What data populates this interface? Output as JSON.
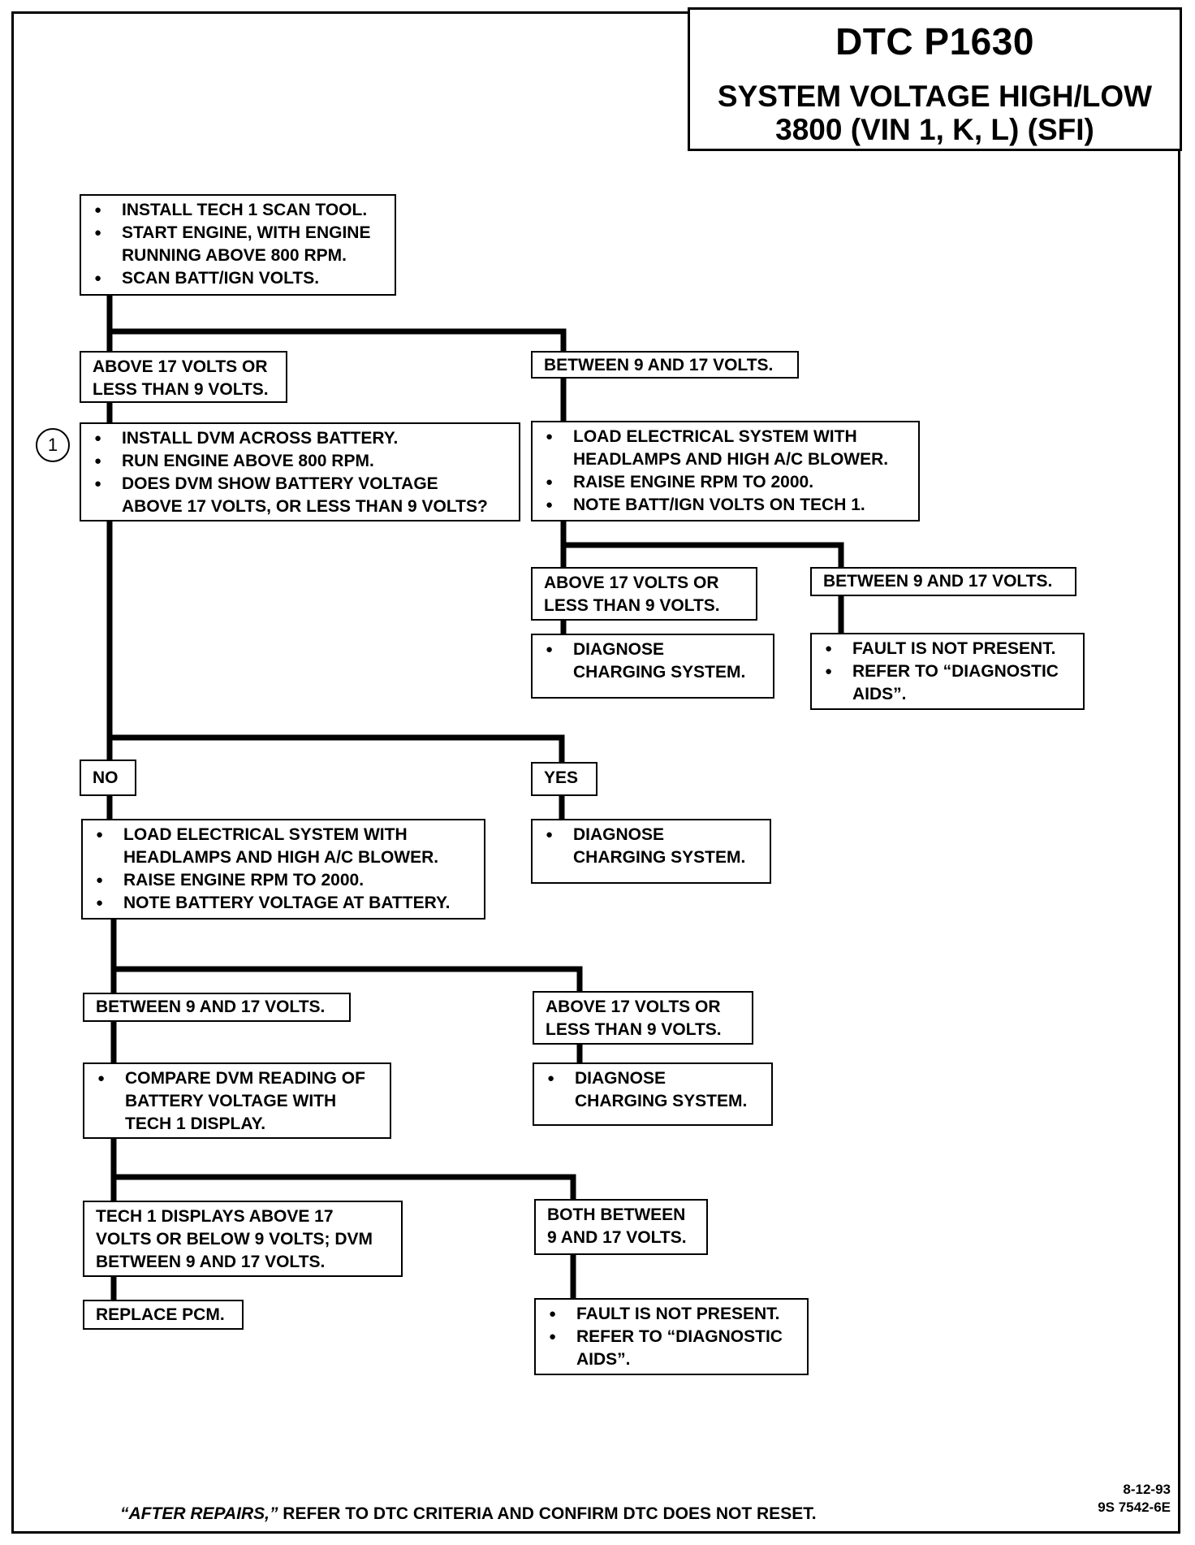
{
  "header": {
    "code": "DTC P1630",
    "line1": "SYSTEM VOLTAGE HIGH/LOW",
    "line2": "3800  (VIN 1, K, L)  (SFI)"
  },
  "step_marker": "1",
  "nodes": {
    "start": [
      "INSTALL TECH 1 SCAN TOOL.",
      "START ENGINE, WITH ENGINE\nRUNNING ABOVE 800 RPM.",
      "SCAN BATT/IGN VOLTS."
    ],
    "scan_out_of_range": "ABOVE 17 VOLTS OR\nLESS THAN 9 VOLTS.",
    "scan_in_range": "BETWEEN 9 AND 17 VOLTS.",
    "dvm_check": [
      "INSTALL DVM ACROSS BATTERY.",
      "RUN ENGINE ABOVE 800 RPM.",
      "DOES DVM SHOW BATTERY VOLTAGE\nABOVE 17 VOLTS, OR LESS THAN 9 VOLTS?"
    ],
    "load_check_tech1": [
      "LOAD ELECTRICAL SYSTEM WITH\nHEADLAMPS AND HIGH A/C BLOWER.",
      "RAISE ENGINE RPM TO 2000.",
      "NOTE BATT/IGN VOLTS ON TECH 1."
    ],
    "load_out_of_range": "ABOVE 17  VOLTS OR\nLESS THAN 9 VOLTS.",
    "load_in_range": "BETWEEN 9 AND 17 VOLTS.",
    "diagnose_charging_1": [
      "DIAGNOSE\nCHARGING SYSTEM."
    ],
    "fault_not_present_1": [
      "FAULT IS NOT PRESENT.",
      "REFER TO “DIAGNOSTIC\nAIDS”."
    ],
    "no": "NO",
    "yes": "YES",
    "load_check_battery": [
      "LOAD ELECTRICAL SYSTEM WITH\nHEADLAMPS AND HIGH A/C BLOWER.",
      "RAISE ENGINE RPM TO 2000.",
      "NOTE BATTERY VOLTAGE AT  BATTERY."
    ],
    "diagnose_charging_2": [
      "DIAGNOSE\nCHARGING SYSTEM."
    ],
    "battery_in_range": "BETWEEN 9 AND 17 VOLTS.",
    "battery_out_of_range": "ABOVE 17  VOLTS OR\nLESS THAN 9 VOLTS.",
    "compare": [
      "COMPARE DVM READING OF\nBATTERY VOLTAGE WITH\nTECH 1 DISPLAY."
    ],
    "diagnose_charging_3": [
      "DIAGNOSE\nCHARGING SYSTEM."
    ],
    "tech1_out_dvm_in": "TECH 1 DISPLAYS ABOVE 17\nVOLTS OR BELOW 9 VOLTS; DVM\nBETWEEN 9 AND 17 VOLTS.",
    "both_in_range": "BOTH BETWEEN\n9 AND 17 VOLTS.",
    "replace_pcm": "REPLACE PCM.",
    "fault_not_present_2": [
      "FAULT IS NOT PRESENT.",
      "REFER TO “DIAGNOSTIC\nAIDS”."
    ]
  },
  "footer": {
    "after_repairs": "“AFTER REPAIRS,”",
    "note": " REFER TO DTC CRITERIA AND CONFIRM DTC DOES NOT RESET.",
    "date": "8-12-93",
    "doc_number": "9S 7542-6E"
  }
}
